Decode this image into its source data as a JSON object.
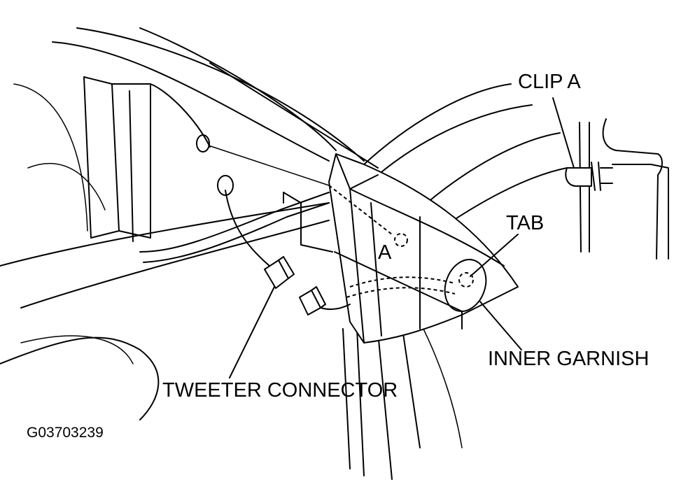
{
  "labels": {
    "clip_a": "CLIP A",
    "tab": "TAB",
    "inner_garnish": "INNER GARNISH",
    "tweeter_connector": "TWEETER CONNECTOR",
    "callout_a": "A"
  },
  "figure_code": "G03703239"
}
